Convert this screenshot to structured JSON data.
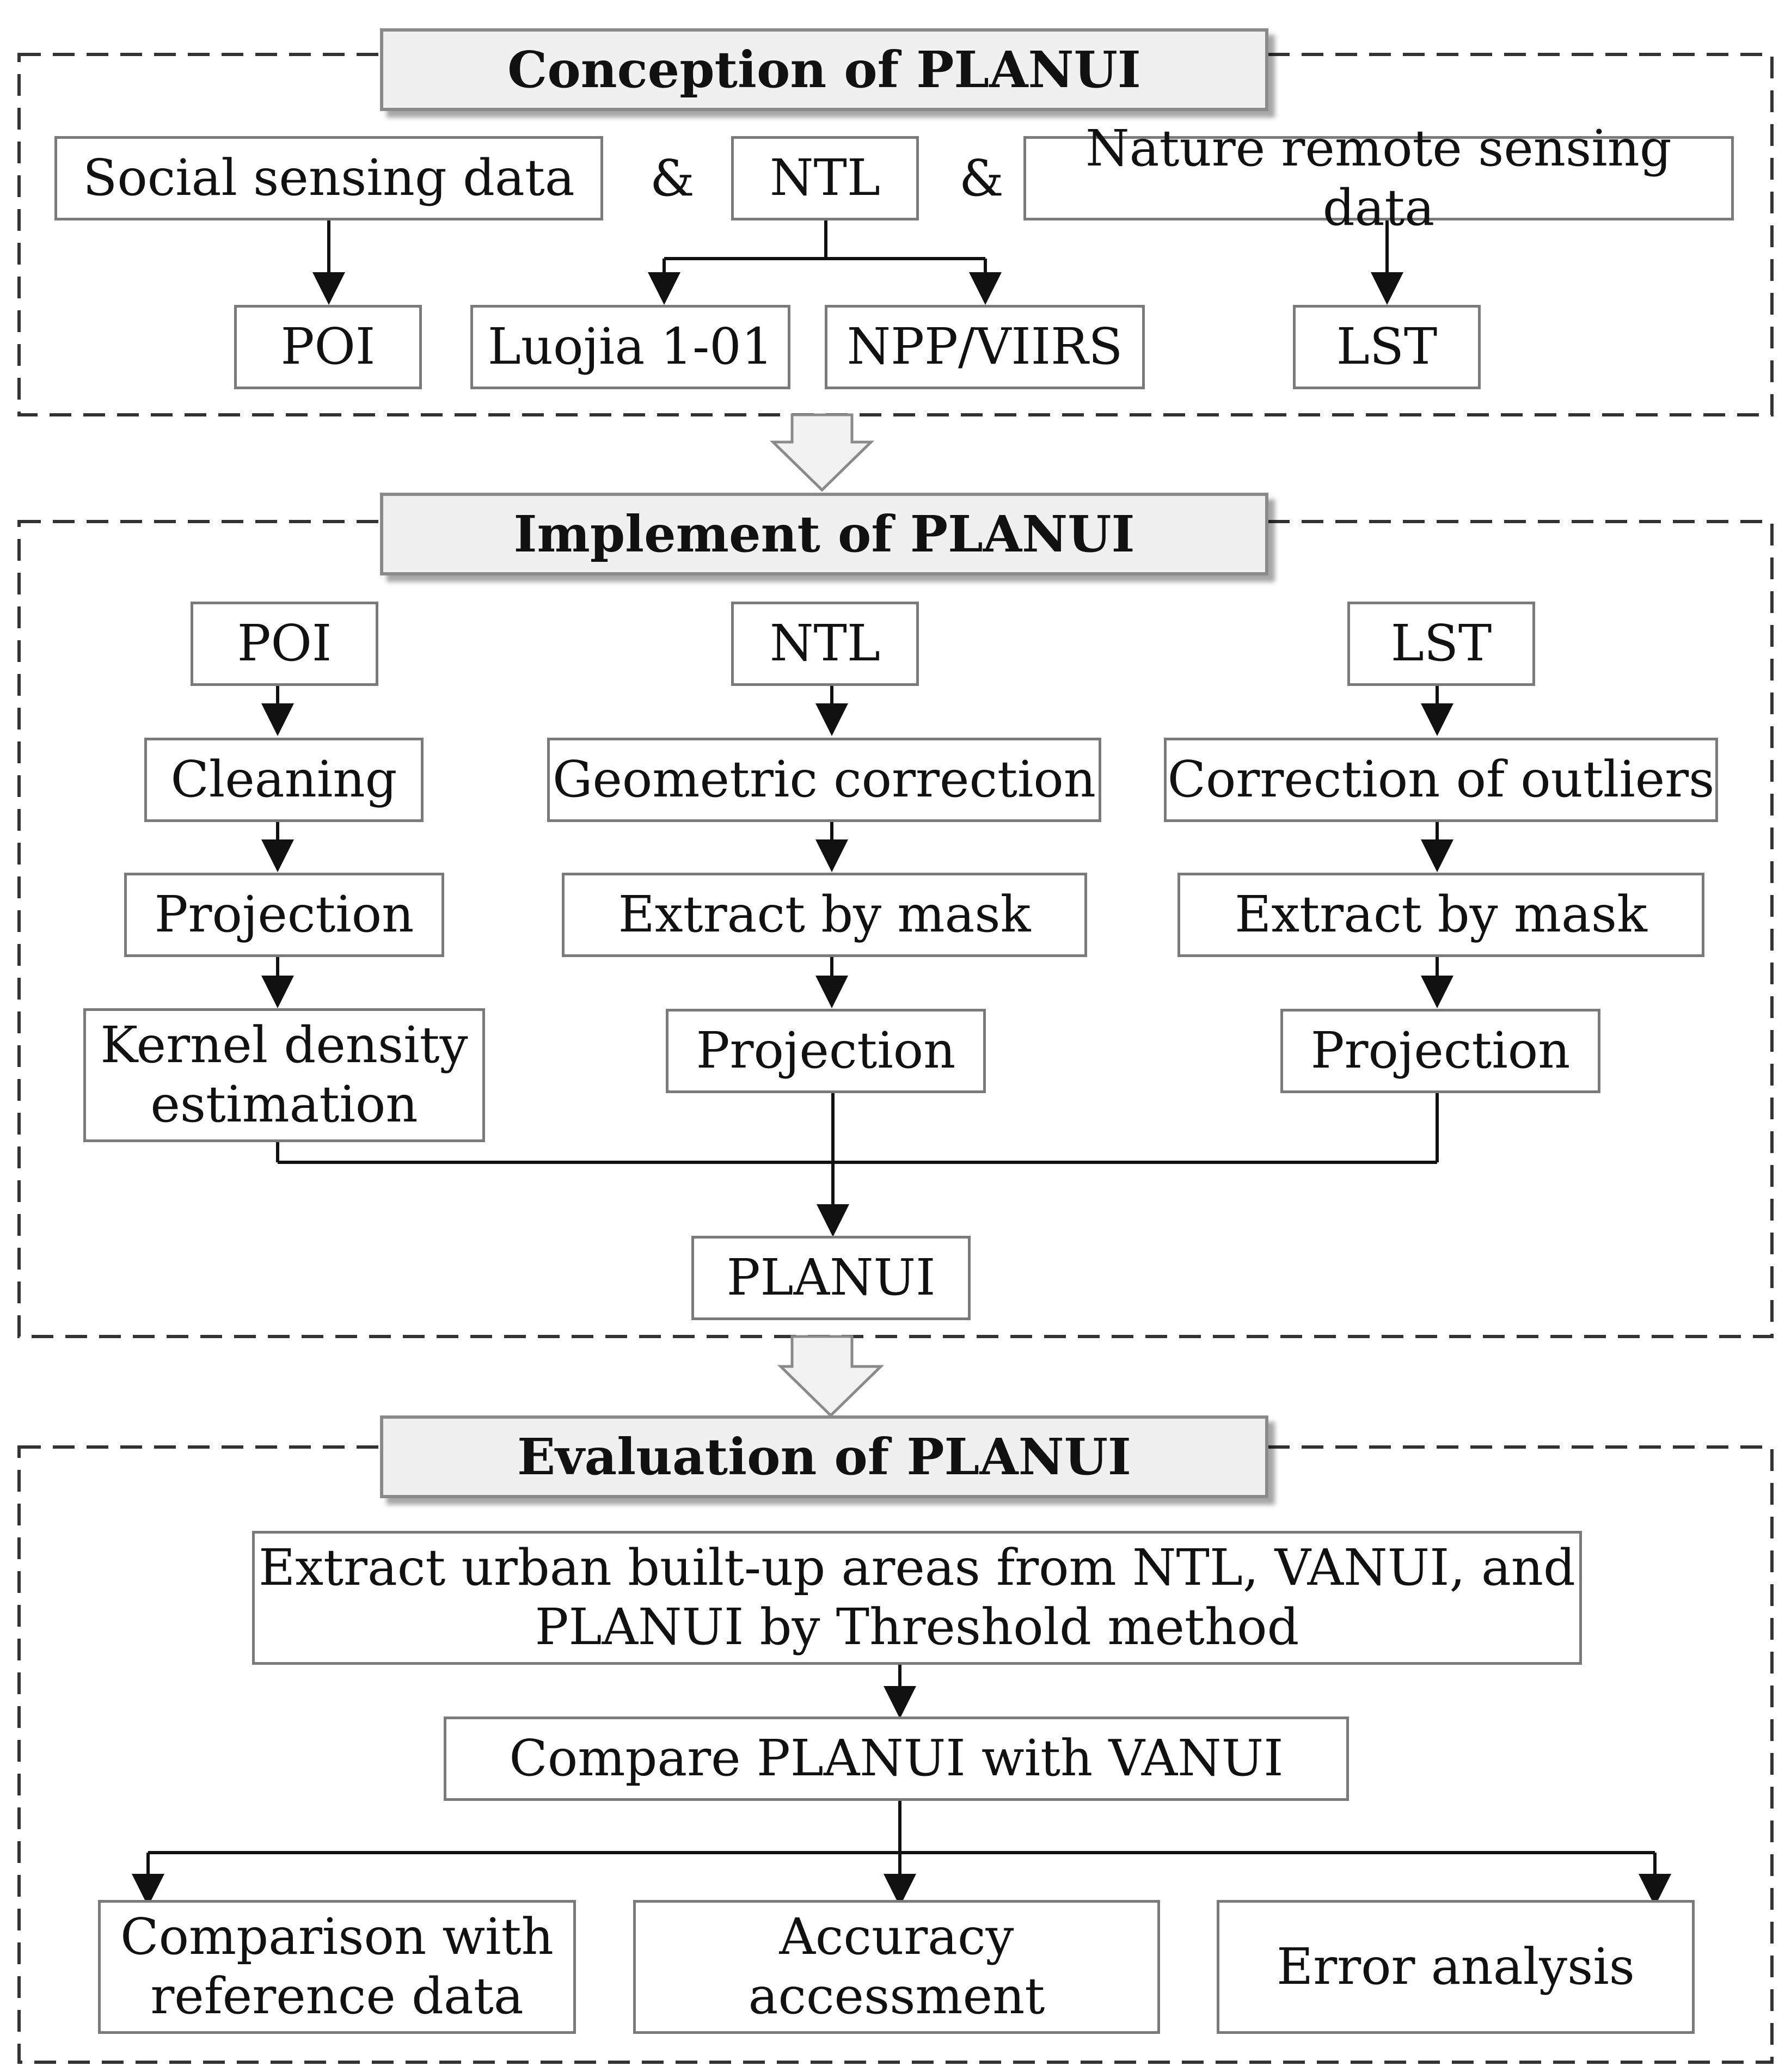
{
  "sections": {
    "conception": {
      "title": "Conception of PLANUI",
      "sources": [
        "Social sensing data",
        "NTL",
        "Nature remote sensing data"
      ],
      "connectors": [
        "&",
        "&"
      ],
      "products": [
        "POI",
        "Luojia 1-01",
        "NPP/VIIRS",
        "LST"
      ]
    },
    "implement": {
      "title": "Implement of PLANUI",
      "poi_chain": [
        "POI",
        "Cleaning",
        "Projection",
        "Kernel density\nestimation"
      ],
      "ntl_chain": [
        "NTL",
        "Geometric correction",
        "Extract by mask",
        "Projection"
      ],
      "lst_chain": [
        "LST",
        "Correction of outliers",
        "Extract by mask",
        "Projection"
      ],
      "result": "PLANUI"
    },
    "evaluation": {
      "title": "Evaluation of PLANUI",
      "extract": "Extract urban built-up areas from NTL, VANUI, and\nPLANUI by Threshold method",
      "compare": "Compare PLANUI with VANUI",
      "outputs": [
        "Comparison with\nreference data",
        "Accuracy\naccessment",
        "Error analysis"
      ]
    }
  },
  "colors": {
    "box_border": "#7a7a7a",
    "header_fill": "#f0f0f0",
    "line": "#111111",
    "dashed_frame": "#333333",
    "big_arrow_fill": "#f2f2f2"
  }
}
